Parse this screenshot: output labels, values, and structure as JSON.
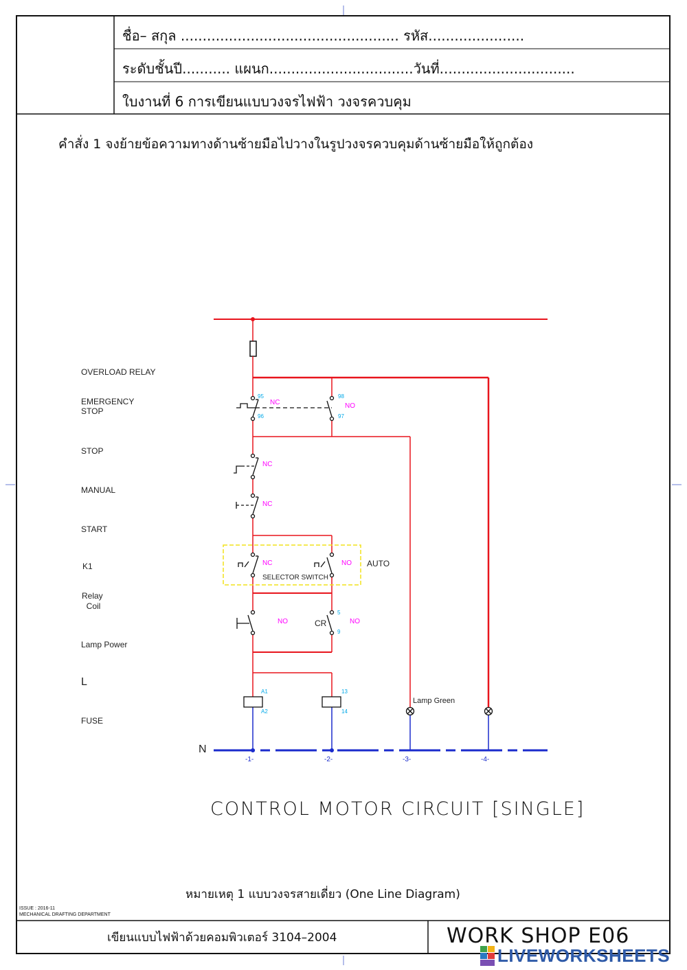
{
  "header": {
    "name_row": "ชื่อ– สกุล ..................................................  รหัส......................",
    "level_row": "ระดับชั้นปี........... แผนก.................................วันที่...............................",
    "sheet_title": "ใบงานที่  6   การเขียนแบบวงจรไฟฟ้า วงจรควบคุม"
  },
  "instruction": "คำสั่ง  1   จงย้ายข้อความทางด้านซ้ายมือไปวางในรูปวงจรควบคุมด้านซ้ายมือให้ถูกต้อง",
  "word_bank": [
    "OVERLOAD RELAY",
    "EMERGENCY\nSTOP",
    "STOP",
    "MANUAL",
    "START",
    "K1",
    "Relay\n  Coil",
    "Lamp Power",
    "L",
    "FUSE"
  ],
  "diagram": {
    "contacts": {
      "nc": "NC",
      "no": "NO",
      "p95": "95",
      "p96": "96",
      "p98": "98",
      "p97": "97",
      "p5": "5",
      "p9": "9",
      "a1": "A1",
      "a2": "A2",
      "x13": "13",
      "x14": "14"
    },
    "cr_label": "CR",
    "auto_label": "AUTO",
    "selector_label": "SELECTOR SWITCH",
    "lamp_label": "Lamp Green",
    "neutral_label": "N",
    "line_numbers": [
      "-1-",
      "-2-",
      "-3-",
      "-4-"
    ],
    "title": "CONTROL MOTOR CIRCUIT [SINGLE]"
  },
  "note": "หมายเหตุ    1      แบบวงจรสายเดี่ยว (One Line Diagram)",
  "issue": "ISSUE : 2016-11",
  "department": "MECHANICAL DRAFTING DEPARTMENT",
  "footer": {
    "course": "เขียนแบบไฟฟ้าด้วยคอมพิวเตอร์ 3104–2004",
    "workshop": "WORK SHOP E06"
  },
  "brand": "LIVEWORKSHEETS",
  "colors": {
    "line": "#e8141c",
    "neutral": "#1a2bcc",
    "control": "#222222",
    "pin": "#00a8e8",
    "contact_type": "#ff00ff",
    "selector_box": "#f2e21a"
  }
}
